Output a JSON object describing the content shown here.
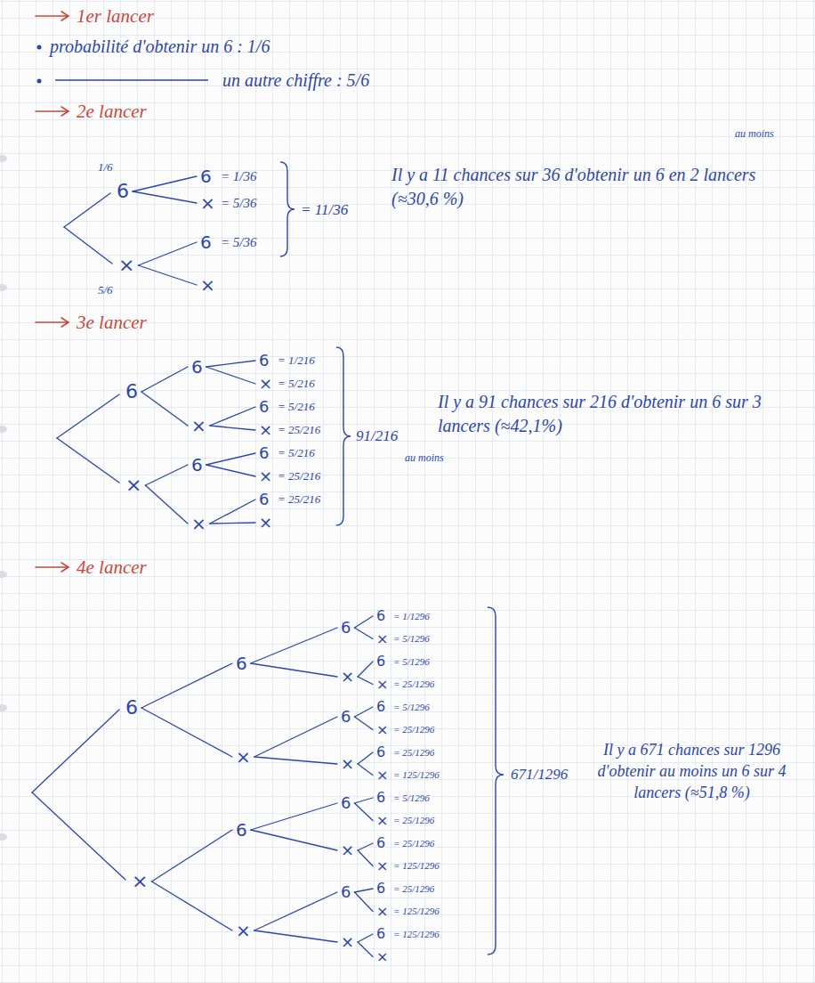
{
  "diagram": {
    "nodes": [
      {
        "text": [
          "6"
        ]
      },
      {
        "text": [
          "×"
        ]
      },
      {
        "text": [
          "6"
        ]
      },
      {
        "text": [
          "×"
        ]
      },
      {
        "text": [
          "6"
        ]
      },
      {
        "text": [
          "×"
        ]
      },
      {
        "text": [
          "6"
        ]
      },
      {
        "text": [
          "×"
        ]
      },
      {
        "text": [
          "6"
        ]
      },
      {
        "text": [
          "×"
        ]
      },
      {
        "text": [
          "6"
        ]
      },
      {
        "text": [
          "×"
        ]
      },
      {
        "text": [
          "6"
        ]
      },
      {
        "text": [
          "×"
        ]
      },
      {
        "text": [
          "6"
        ]
      },
      {
        "text": [
          "×"
        ]
      },
      {
        "text": [
          "6"
        ]
      },
      {
        "text": [
          "×"
        ]
      },
      {
        "text": [
          "6"
        ]
      },
      {
        "text": [
          "×"
        ]
      },
      {
        "text": [
          "6"
        ]
      },
      {
        "text": [
          "×"
        ]
      },
      {
        "text": [
          "6"
        ]
      },
      {
        "text": [
          "×"
        ]
      },
      {
        "text": [
          "6"
        ]
      },
      {
        "text": [
          "×"
        ]
      },
      {
        "text": [
          "6"
        ]
      },
      {
        "text": [
          "×"
        ]
      },
      {
        "text": [
          "6"
        ]
      },
      {
        "text": [
          "×"
        ]
      },
      {
        "text": [
          "6"
        ]
      },
      {
        "text": [
          "×"
        ]
      },
      {
        "text": [
          "6"
        ]
      },
      {
        "text": [
          "×"
        ]
      },
      {
        "text": [
          "6"
        ]
      },
      {
        "text": [
          "×"
        ]
      },
      {
        "text": [
          "6"
        ]
      },
      {
        "text": [
          "×"
        ]
      },
      {
        "text": [
          "6"
        ]
      },
      {
        "text": [
          "×"
        ]
      },
      {
        "text": [
          "6"
        ]
      },
      {
        "text": [
          "×"
        ]
      },
      {
        "text": [
          "6"
        ]
      },
      {
        "text": [
          "×"
        ]
      },
      {
        "text": [
          "6"
        ]
      },
      {
        "text": [
          "×"
        ]
      },
      {
        "text": [
          "6"
        ]
      },
      {
        "text": [
          "×"
        ]
      },
      {
        "text": [
          "6"
        ]
      },
      {
        "text": [
          "×"
        ]
      }
    ],
    "edges": [
      {
        "from": 0,
        "to": 2,
        "arrow": "none"
      },
      {
        "from": 0,
        "to": 3,
        "arrow": "none"
      },
      {
        "from": 1,
        "to": 4,
        "arrow": "none"
      },
      {
        "from": 1,
        "to": 5,
        "arrow": "none"
      },
      {
        "from": 6,
        "to": 8,
        "arrow": "none"
      },
      {
        "from": 6,
        "to": 9,
        "arrow": "none"
      },
      {
        "from": 7,
        "to": 10,
        "arrow": "none"
      },
      {
        "from": 7,
        "to": 11,
        "arrow": "none"
      },
      {
        "from": 8,
        "to": 12,
        "arrow": "none"
      },
      {
        "from": 8,
        "to": 13,
        "arrow": "none"
      },
      {
        "from": 9,
        "to": 14,
        "arrow": "none"
      },
      {
        "from": 9,
        "to": 15,
        "arrow": "none"
      },
      {
        "from": 10,
        "to": 16,
        "arrow": "none"
      },
      {
        "from": 10,
        "to": 17,
        "arrow": "none"
      },
      {
        "from": 11,
        "to": 18,
        "arrow": "none"
      },
      {
        "from": 11,
        "to": 19,
        "arrow": "none"
      },
      {
        "from": 20,
        "to": 22,
        "arrow": "none"
      },
      {
        "from": 20,
        "to": 23,
        "arrow": "none"
      },
      {
        "from": 21,
        "to": 24,
        "arrow": "none"
      },
      {
        "from": 21,
        "to": 25,
        "arrow": "none"
      },
      {
        "from": 22,
        "to": 26,
        "arrow": "none"
      },
      {
        "from": 22,
        "to": 27,
        "arrow": "none"
      },
      {
        "from": 23,
        "to": 28,
        "arrow": "none"
      },
      {
        "from": 23,
        "to": 29,
        "arrow": "none"
      },
      {
        "from": 24,
        "to": 30,
        "arrow": "none"
      },
      {
        "from": 24,
        "to": 31,
        "arrow": "none"
      },
      {
        "from": 25,
        "to": 32,
        "arrow": "none"
      },
      {
        "from": 25,
        "to": 33,
        "arrow": "none"
      },
      {
        "from": 26,
        "to": 34,
        "arrow": "none"
      },
      {
        "from": 26,
        "to": 35,
        "arrow": "none"
      },
      {
        "from": 27,
        "to": 36,
        "arrow": "none"
      },
      {
        "from": 27,
        "to": 37,
        "arrow": "none"
      },
      {
        "from": 28,
        "to": 38,
        "arrow": "none"
      },
      {
        "from": 28,
        "to": 39,
        "arrow": "none"
      },
      {
        "from": 29,
        "to": 40,
        "arrow": "none"
      },
      {
        "from": 29,
        "to": 41,
        "arrow": "none"
      },
      {
        "from": 30,
        "to": 42,
        "arrow": "none"
      },
      {
        "from": 30,
        "to": 43,
        "arrow": "none"
      },
      {
        "from": 31,
        "to": 44,
        "arrow": "none"
      },
      {
        "from": 31,
        "to": 45,
        "arrow": "none"
      },
      {
        "from": 32,
        "to": 46,
        "arrow": "none"
      },
      {
        "from": 32,
        "to": 47,
        "arrow": "none"
      },
      {
        "from": 33,
        "to": 48,
        "arrow": "none"
      },
      {
        "from": 33,
        "to": 49,
        "arrow": "none"
      }
    ],
    "labels": [
      "1er lancer",
      "probabilité d'obtenir un 6 : 1/6",
      "un autre chiffre : 5/6",
      "2e lancer",
      "1/6",
      "5/6",
      "= 1/36",
      "= 5/36",
      "= 5/36",
      "= 11/36",
      "au moins",
      "Il y a 11 chances sur 36 d'obtenir un 6 en 2 lancers (≈30,6 %)",
      "3e lancer",
      "= 1/216",
      "= 5/216",
      "= 5/216",
      "= 25/216",
      "= 5/216",
      "= 25/216",
      "= 25/216",
      "91/216",
      "au moins",
      "Il y a 91 chances sur 216 d'obtenir un 6 sur 3 lancers (≈42,1%)",
      "4e lancer",
      "= 1/1296",
      "= 5/1296",
      "= 5/1296",
      "= 25/1296",
      "= 5/1296",
      "= 25/1296",
      "= 25/1296",
      "= 125/1296",
      "= 5/1296",
      "= 25/1296",
      "= 25/1296",
      "= 125/1296",
      "= 25/1296",
      "= 125/1296",
      "= 125/1296",
      "671/1296",
      "Il y a 671 chances sur 1296 d'obtenir au moins un 6 sur 4 lancers (≈51,8 %)"
    ]
  }
}
